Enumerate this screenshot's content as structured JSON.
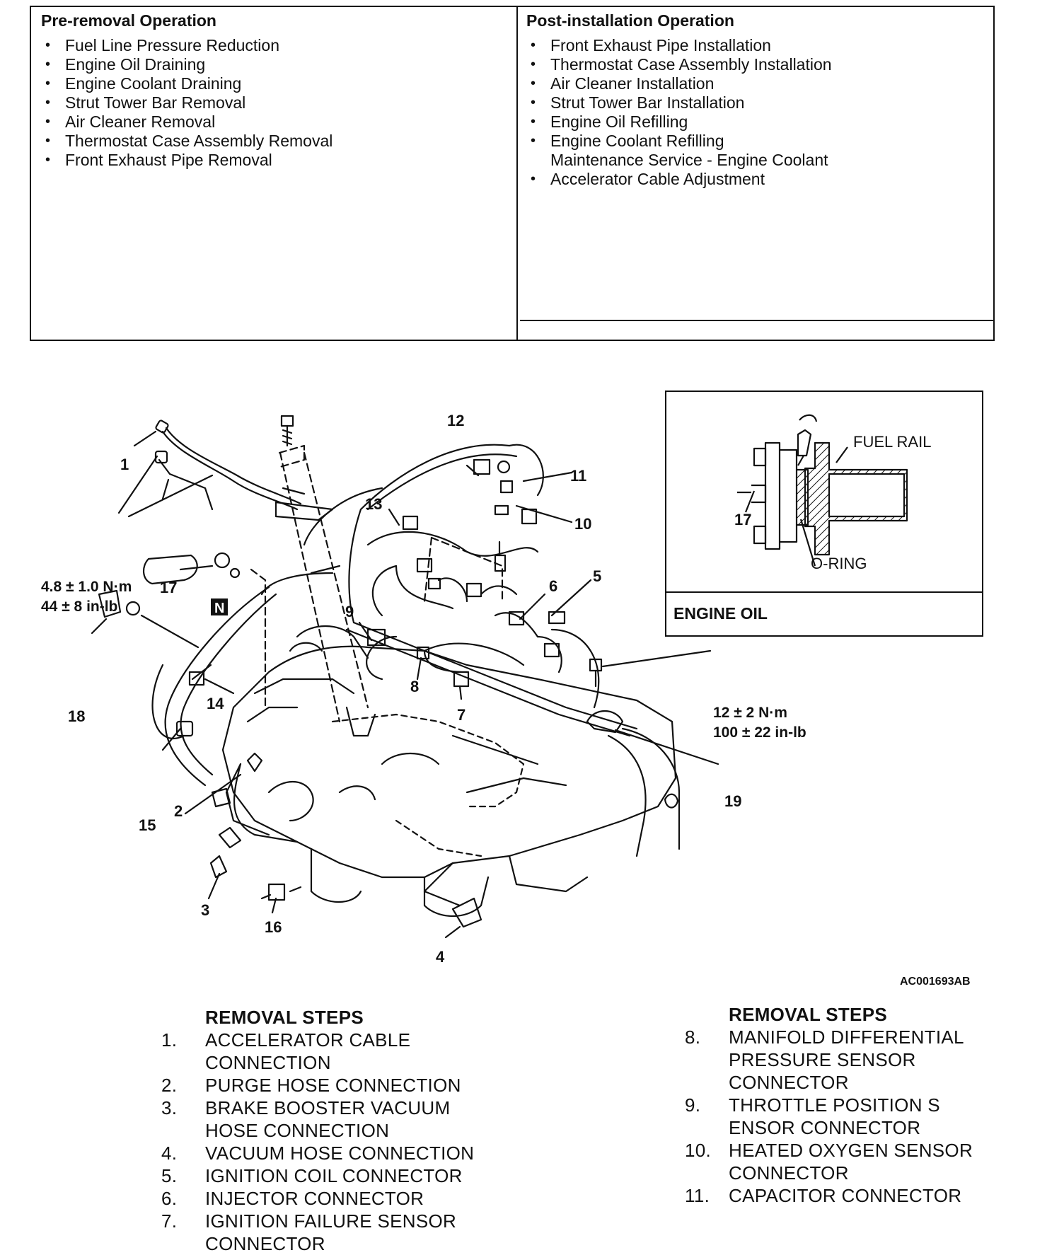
{
  "pre_removal": {
    "title": "Pre-removal Operation",
    "items": [
      "Fuel Line Pressure Reduction",
      "Engine Oil Draining",
      "Engine Coolant Draining",
      "Strut Tower Bar Removal",
      "Air Cleaner Removal",
      "Thermostat Case Assembly Removal",
      "Front Exhaust Pipe Removal"
    ]
  },
  "post_installation": {
    "title": "Post-installation Operation",
    "items": [
      "Front Exhaust Pipe Installation",
      "Thermostat Case Assembly Installation",
      "Air Cleaner Installation",
      "Strut Tower Bar Installation",
      "Engine Oil Refilling",
      "Engine Coolant Refilling",
      "Accelerator Cable Adjustment"
    ],
    "coolant_sub": "Maintenance Service - Engine Coolant"
  },
  "diagram": {
    "callouts": [
      "1",
      "2",
      "3",
      "4",
      "5",
      "6",
      "7",
      "8",
      "9",
      "10",
      "11",
      "12",
      "13",
      "14",
      "15",
      "16",
      "17",
      "18",
      "19"
    ],
    "torque_sensor": [
      "4.8 ± 1.0 N·m",
      "44 ± 8 in-lb"
    ],
    "torque_bracket": [
      "12 ± 2 N·m",
      "100 ± 22 in-lb"
    ],
    "n_symbol": "N",
    "figure_code": "AC001693AB",
    "inset": {
      "fuel_rail": "FUEL RAIL",
      "o_ring": "O-RING",
      "part": "17",
      "caption": "ENGINE OIL"
    }
  },
  "steps_left": {
    "heading": "REMOVAL STEPS",
    "items": [
      {
        "num": "1.",
        "text": "ACCELERATOR CABLE",
        "cont": "CONNECTION"
      },
      {
        "num": "2.",
        "text": "PURGE HOSE CONNECTION",
        "cont": ""
      },
      {
        "num": "3.",
        "text": "BRAKE BOOSTER VACUUM",
        "cont": "HOSE CONNECTION"
      },
      {
        "num": "4.",
        "text": "VACUUM HOSE CONNECTION",
        "cont": ""
      },
      {
        "num": "5.",
        "text": "IGNITION COIL CONNECTOR",
        "cont": ""
      },
      {
        "num": "6.",
        "text": "INJECTOR CONNECTOR",
        "cont": ""
      },
      {
        "num": "7.",
        "text": "IGNITION FAILURE SENSOR",
        "cont": "CONNECTOR"
      }
    ]
  },
  "steps_right": {
    "heading": "REMOVAL STEPS",
    "items": [
      {
        "num": "8.",
        "text": "MANIFOLD DIFFERENTIAL",
        "cont": "PRESSURE SENSOR",
        "cont2": "CONNECTOR"
      },
      {
        "num": "9.",
        "text": "THROTTLE POSITION S",
        "cont": "ENSOR CONNECTOR",
        "cont2": ""
      },
      {
        "num": "10.",
        "text": "HEATED OXYGEN SENSOR",
        "cont": "CONNECTOR",
        "cont2": ""
      },
      {
        "num": "11.",
        "text": "CAPACITOR CONNECTOR",
        "cont": "",
        "cont2": ""
      }
    ]
  }
}
